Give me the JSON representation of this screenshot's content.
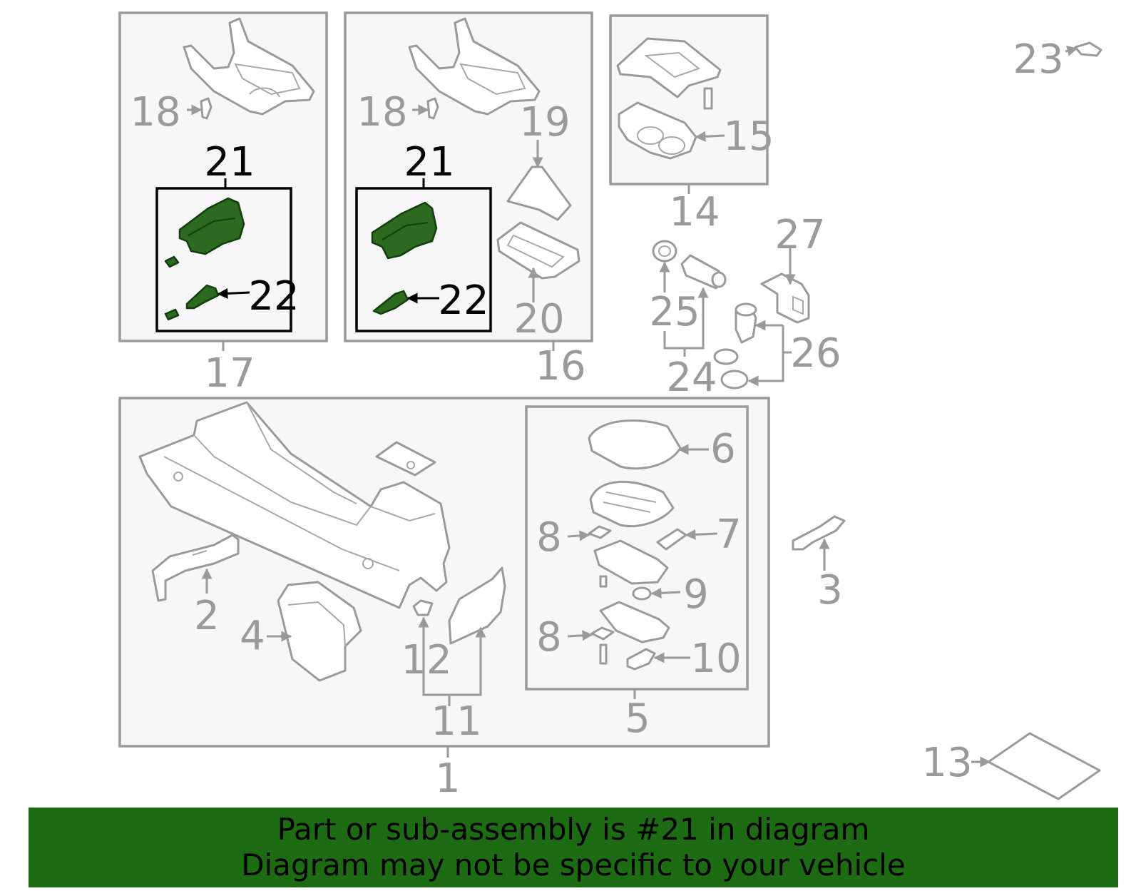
{
  "banner": {
    "line1": "Part or sub-assembly is #21 in diagram",
    "line2": "Diagram may not be specific to your vehicle"
  },
  "highlight": {
    "part_number": "21",
    "fill_color": "#2c6b1f",
    "banner_color": "#1d6b12"
  },
  "callouts": {
    "c1": "1",
    "c2": "2",
    "c3": "3",
    "c4": "4",
    "c5": "5",
    "c6": "6",
    "c7": "7",
    "c8a": "8",
    "c8b": "8",
    "c9": "9",
    "c10": "10",
    "c11": "11",
    "c12": "12",
    "c13": "13",
    "c14": "14",
    "c15": "15",
    "c16": "16",
    "c17": "17",
    "c18a": "18",
    "c18b": "18",
    "c19": "19",
    "c20": "20",
    "c21a": "21",
    "c21b": "21",
    "c22a": "22",
    "c22b": "22",
    "c23": "23",
    "c24": "24",
    "c25": "25",
    "c26": "26",
    "c27": "27"
  }
}
